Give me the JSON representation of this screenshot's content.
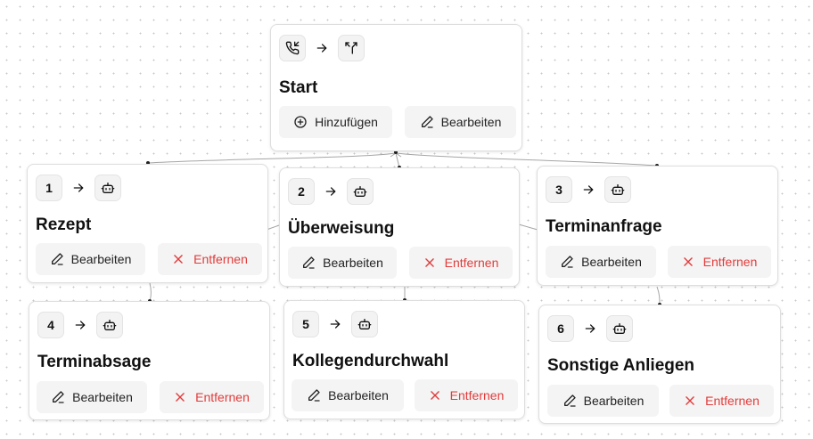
{
  "start_node": {
    "title": "Start",
    "icons": [
      "phone-incoming-icon",
      "split-icon"
    ],
    "add_label": "Hinzufügen",
    "edit_label": "Bearbeiten"
  },
  "nodes": [
    {
      "number": "1",
      "title": "Rezept",
      "icon": "bot-icon",
      "edit_label": "Bearbeiten",
      "remove_label": "Entfernen"
    },
    {
      "number": "2",
      "title": "Überweisung",
      "icon": "bot-icon",
      "edit_label": "Bearbeiten",
      "remove_label": "Entfernen"
    },
    {
      "number": "3",
      "title": "Terminanfrage",
      "icon": "bot-icon",
      "edit_label": "Bearbeiten",
      "remove_label": "Entfernen"
    },
    {
      "number": "4",
      "title": "Terminabsage",
      "icon": "bot-icon",
      "edit_label": "Bearbeiten",
      "remove_label": "Entfernen"
    },
    {
      "number": "5",
      "title": "Kollegendurchwahl",
      "icon": "bot-icon",
      "edit_label": "Bearbeiten",
      "remove_label": "Entfernen"
    },
    {
      "number": "6",
      "title": "Sonstige Anliegen",
      "icon": "bot-icon",
      "edit_label": "Bearbeiten",
      "remove_label": "Entfernen"
    }
  ],
  "colors": {
    "danger": "#e23b3b",
    "edge": "#9a9a9a",
    "chip_bg": "#f3f3f3"
  }
}
